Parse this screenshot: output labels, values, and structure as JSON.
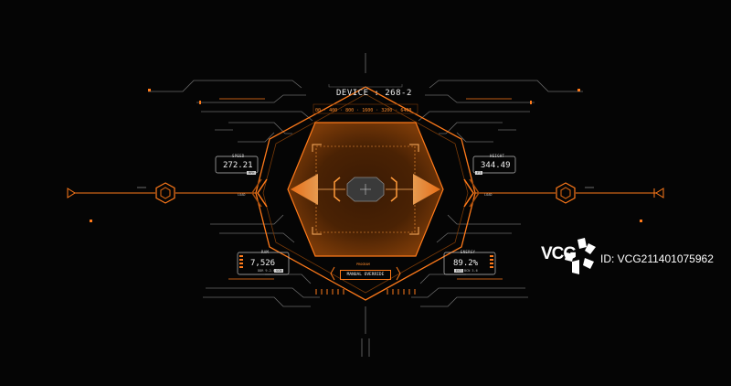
{
  "device_title": "DEVICE : 268-2",
  "scale_labels": [
    "00",
    "400",
    "800",
    "1600",
    "3200",
    "6400"
  ],
  "readouts": {
    "speed": {
      "label": "SPEED",
      "value": "272.21",
      "unit": "MPH"
    },
    "height": {
      "label": "HEIGHT",
      "value": "344.49",
      "unit": "FT"
    },
    "ram": {
      "label": "RAM",
      "value": "7,526",
      "sub": "DDR 9.2.6",
      "tag": "SCN"
    },
    "energy": {
      "label": "ENERGY",
      "value": "89.2%",
      "sub": "BCN 3.6",
      "tag": "EST"
    }
  },
  "center": {
    "program_label": "PROGRAM",
    "override_label": "MANUAL OVERRIDE"
  },
  "side_labels": {
    "left": "LOAD",
    "right": "LOAD"
  },
  "watermark": {
    "logo": "VCG",
    "id": "ID: VCG211401075962"
  },
  "colors": {
    "accent": "#ff7a1a",
    "line": "#5a5a5a",
    "bg": "#050505"
  }
}
